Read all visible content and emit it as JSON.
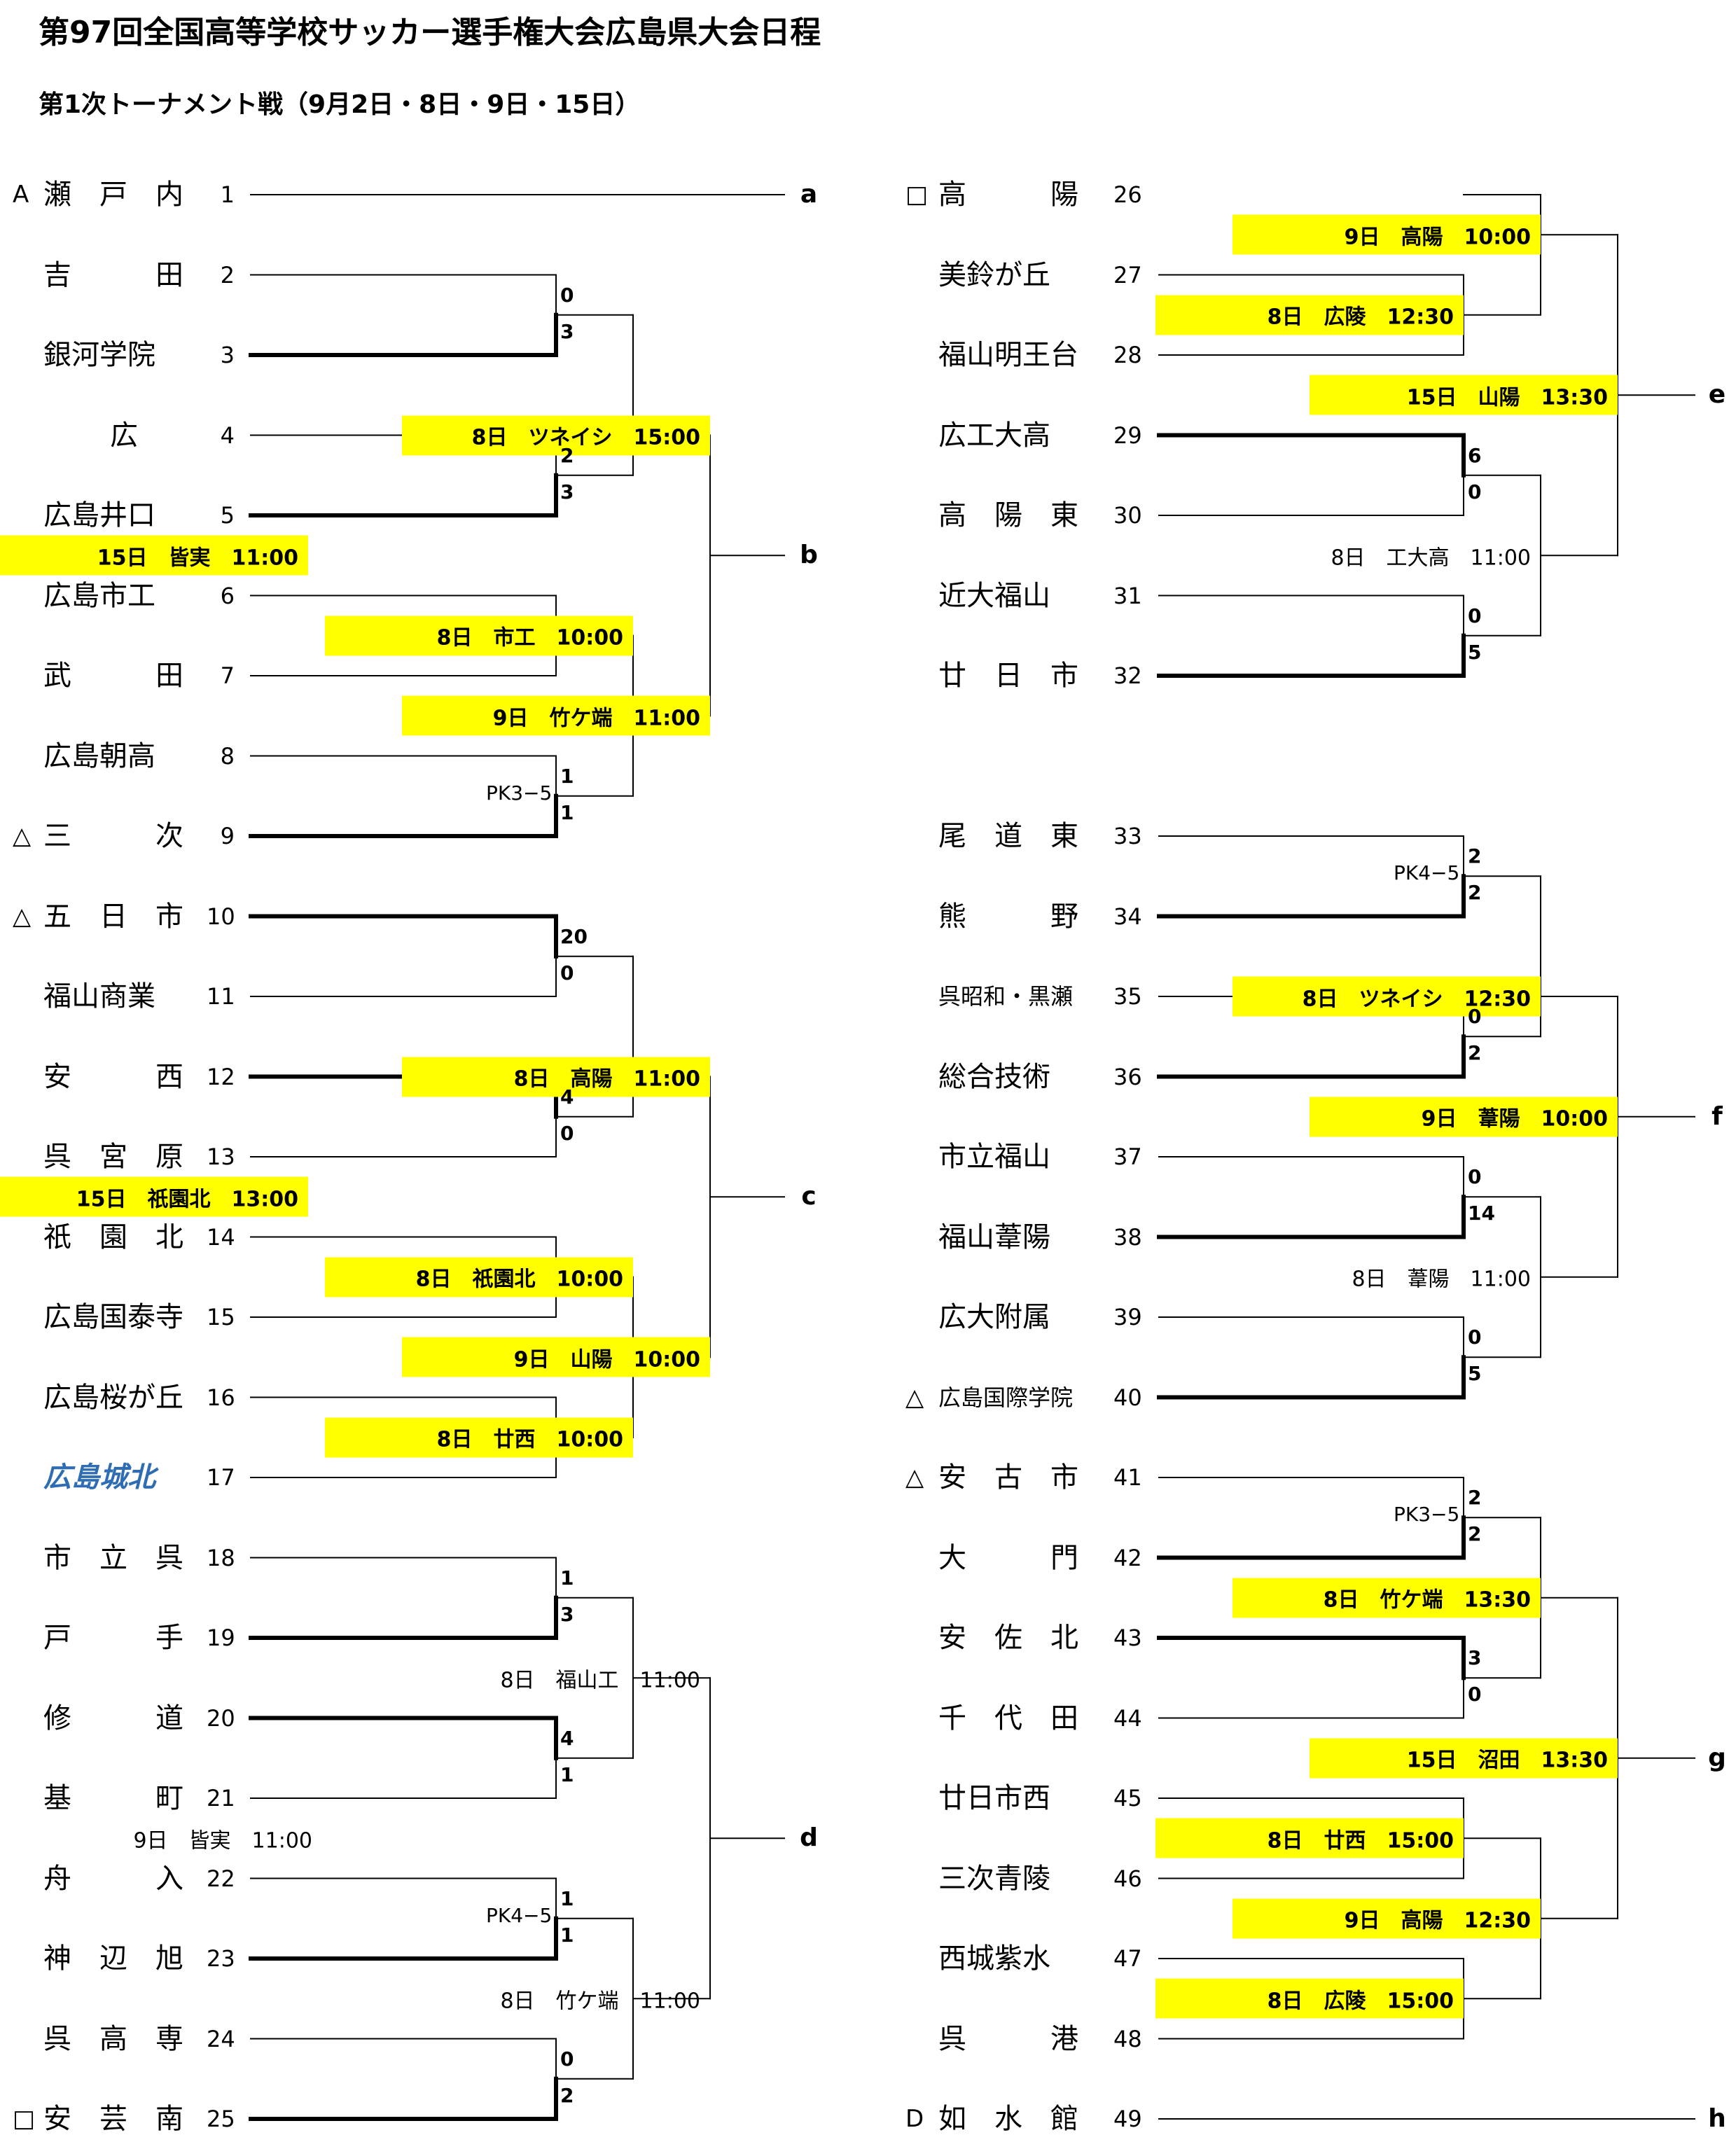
{
  "title": "第97回全国高等学校サッカー選手権大会広島県大会日程",
  "subtitle": "第1次トーナメント戦（9月2日・8日・9日・15日）",
  "teams": [
    {
      "num": "1",
      "name": "瀬　戸　内",
      "seed": "A",
      "side": "L",
      "row": 1,
      "win": false
    },
    {
      "num": "2",
      "name": "吉　　　田",
      "seed": "",
      "side": "L",
      "row": 2,
      "win": false
    },
    {
      "num": "3",
      "name": "銀河学院",
      "seed": "",
      "side": "L",
      "row": 3,
      "win": true
    },
    {
      "num": "4",
      "name": "広",
      "seed": "",
      "side": "L",
      "row": 4,
      "win": false,
      "center": true
    },
    {
      "num": "5",
      "name": "広島井口",
      "seed": "",
      "side": "L",
      "row": 5,
      "win": true
    },
    {
      "num": "6",
      "name": "広島市工",
      "seed": "",
      "side": "L",
      "row": 6,
      "win": false
    },
    {
      "num": "7",
      "name": "武　　　田",
      "seed": "",
      "side": "L",
      "row": 7,
      "win": false
    },
    {
      "num": "8",
      "name": "広島朝高",
      "seed": "",
      "side": "L",
      "row": 8,
      "win": false
    },
    {
      "num": "9",
      "name": "三　　　次",
      "seed": "△",
      "side": "L",
      "row": 9,
      "win": true
    },
    {
      "num": "10",
      "name": "五　日　市",
      "seed": "△",
      "side": "L",
      "row": 10,
      "win": true
    },
    {
      "num": "11",
      "name": "福山商業",
      "seed": "",
      "side": "L",
      "row": 11,
      "win": false
    },
    {
      "num": "12",
      "name": "安　　　西",
      "seed": "",
      "side": "L",
      "row": 12,
      "win": true
    },
    {
      "num": "13",
      "name": "呉　宮　原",
      "seed": "",
      "side": "L",
      "row": 13,
      "win": false
    },
    {
      "num": "14",
      "name": "祇　園　北",
      "seed": "",
      "side": "L",
      "row": 14,
      "win": false
    },
    {
      "num": "15",
      "name": "広島国泰寺",
      "seed": "",
      "side": "L",
      "row": 15,
      "win": false
    },
    {
      "num": "16",
      "name": "広島桜が丘",
      "seed": "",
      "side": "L",
      "row": 16,
      "win": false
    },
    {
      "num": "17",
      "name": "広島城北",
      "seed": "",
      "side": "L",
      "row": 17,
      "win": false,
      "fancy": true
    },
    {
      "num": "18",
      "name": "市　立　呉",
      "seed": "",
      "side": "L",
      "row": 18,
      "win": false
    },
    {
      "num": "19",
      "name": "戸　　　手",
      "seed": "",
      "side": "L",
      "row": 19,
      "win": true
    },
    {
      "num": "20",
      "name": "修　　　道",
      "seed": "",
      "side": "L",
      "row": 20,
      "win": true
    },
    {
      "num": "21",
      "name": "基　　　町",
      "seed": "",
      "side": "L",
      "row": 21,
      "win": false
    },
    {
      "num": "22",
      "name": "舟　　　入",
      "seed": "",
      "side": "L",
      "row": 22,
      "win": false
    },
    {
      "num": "23",
      "name": "神　辺　旭",
      "seed": "",
      "side": "L",
      "row": 23,
      "win": true
    },
    {
      "num": "24",
      "name": "呉　高　専",
      "seed": "",
      "side": "L",
      "row": 24,
      "win": false
    },
    {
      "num": "25",
      "name": "安　芸　南",
      "seed": "□",
      "side": "L",
      "row": 25,
      "win": true
    },
    {
      "num": "26",
      "name": "高　　　陽",
      "seed": "□",
      "side": "R",
      "row": 1,
      "win": false
    },
    {
      "num": "27",
      "name": "美鈴が丘",
      "seed": "",
      "side": "R",
      "row": 2,
      "win": false
    },
    {
      "num": "28",
      "name": "福山明王台",
      "seed": "",
      "side": "R",
      "row": 3,
      "win": false
    },
    {
      "num": "29",
      "name": "広工大高",
      "seed": "",
      "side": "R",
      "row": 4,
      "win": true
    },
    {
      "num": "30",
      "name": "高　陽　東",
      "seed": "",
      "side": "R",
      "row": 5,
      "win": false
    },
    {
      "num": "31",
      "name": "近大福山",
      "seed": "",
      "side": "R",
      "row": 6,
      "win": false
    },
    {
      "num": "32",
      "name": "廿　日　市",
      "seed": "",
      "side": "R",
      "row": 7,
      "win": true
    },
    {
      "num": "33",
      "name": "尾　道　東",
      "seed": "",
      "side": "R",
      "row": 9,
      "win": false
    },
    {
      "num": "34",
      "name": "熊　　　野",
      "seed": "",
      "side": "R",
      "row": 10,
      "win": true
    },
    {
      "num": "35",
      "name": "呉昭和・黒瀬",
      "seed": "",
      "side": "R",
      "row": 11,
      "win": false,
      "small": true
    },
    {
      "num": "36",
      "name": "総合技術",
      "seed": "",
      "side": "R",
      "row": 12,
      "win": true
    },
    {
      "num": "37",
      "name": "市立福山",
      "seed": "",
      "side": "R",
      "row": 13,
      "win": false
    },
    {
      "num": "38",
      "name": "福山葦陽",
      "seed": "",
      "side": "R",
      "row": 14,
      "win": true
    },
    {
      "num": "39",
      "name": "広大附属",
      "seed": "",
      "side": "R",
      "row": 15,
      "win": false
    },
    {
      "num": "40",
      "name": "広島国際学院",
      "seed": "△",
      "side": "R",
      "row": 16,
      "win": true,
      "small": true
    },
    {
      "num": "41",
      "name": "安　古　市",
      "seed": "△",
      "side": "R",
      "row": 17,
      "win": false
    },
    {
      "num": "42",
      "name": "大　　　門",
      "seed": "",
      "side": "R",
      "row": 18,
      "win": true
    },
    {
      "num": "43",
      "name": "安　佐　北",
      "seed": "",
      "side": "R",
      "row": 19,
      "win": true
    },
    {
      "num": "44",
      "name": "千　代　田",
      "seed": "",
      "side": "R",
      "row": 20,
      "win": false
    },
    {
      "num": "45",
      "name": "廿日市西",
      "seed": "",
      "side": "R",
      "row": 21,
      "win": false
    },
    {
      "num": "46",
      "name": "三次青陵",
      "seed": "",
      "side": "R",
      "row": 22,
      "win": false
    },
    {
      "num": "47",
      "name": "西城紫水",
      "seed": "",
      "side": "R",
      "row": 23,
      "win": false
    },
    {
      "num": "48",
      "name": "呉　　　港",
      "seed": "",
      "side": "R",
      "row": 24,
      "win": false
    },
    {
      "num": "49",
      "name": "如　水　館",
      "seed": "D",
      "side": "R",
      "row": 25,
      "win": false
    }
  ],
  "schedules": [
    {
      "text": "8日　ツネイシ　15:00",
      "side": "L",
      "col": 2,
      "row": 4,
      "hl": true
    },
    {
      "text": "15日　皆実　11:00",
      "side": "L",
      "col": 3,
      "row": 5.5,
      "hl": true
    },
    {
      "text": "8日　市工　10:00",
      "side": "L",
      "col": 1,
      "row": 6.5,
      "hl": true
    },
    {
      "text": "9日　竹ケ端　11:00",
      "side": "L",
      "col": 2,
      "row": 7.5,
      "hl": true
    },
    {
      "text": "8日　高陽　11:00",
      "side": "L",
      "col": 2,
      "row": 12,
      "hl": true
    },
    {
      "text": "15日　祇園北　13:00",
      "side": "L",
      "col": 3,
      "row": 13.5,
      "hl": true
    },
    {
      "text": "8日　祇園北　10:00",
      "side": "L",
      "col": 1,
      "row": 14.5,
      "hl": true
    },
    {
      "text": "9日　山陽　10:00",
      "side": "L",
      "col": 2,
      "row": 15.5,
      "hl": true
    },
    {
      "text": "8日　廿西　10:00",
      "side": "L",
      "col": 1,
      "row": 16.5,
      "hl": true
    },
    {
      "text": "8日　福山工　11:00",
      "side": "L",
      "col": 2,
      "row": 19.5,
      "hl": false
    },
    {
      "text": "9日　皆実　11:00",
      "side": "L",
      "col": 3,
      "row": 21.5,
      "hl": false
    },
    {
      "text": "8日　竹ケ端　11:00",
      "side": "L",
      "col": 2,
      "row": 23.5,
      "hl": false
    },
    {
      "text": "9日　高陽　10:00",
      "side": "R",
      "col": 1,
      "row": 1.5,
      "hl": true
    },
    {
      "text": "8日　広陵　12:30",
      "side": "R",
      "col": 0,
      "row": 2.5,
      "hl": true
    },
    {
      "text": "15日　山陽　13:30",
      "side": "R",
      "col": 2,
      "row": 3.5,
      "hl": true
    },
    {
      "text": "8日　工大高　11:00",
      "side": "R",
      "col": 1,
      "row": 5.5,
      "hl": false
    },
    {
      "text": "8日　ツネイシ　12:30",
      "side": "R",
      "col": 1,
      "row": 11,
      "hl": true
    },
    {
      "text": "9日　葦陽　10:00",
      "side": "R",
      "col": 2,
      "row": 12.5,
      "hl": true
    },
    {
      "text": "8日　葦陽　11:00",
      "side": "R",
      "col": 1,
      "row": 14.5,
      "hl": false
    },
    {
      "text": "8日　竹ケ端　13:30",
      "side": "R",
      "col": 1,
      "row": 18.5,
      "hl": true
    },
    {
      "text": "15日　沼田　13:30",
      "side": "R",
      "col": 2,
      "row": 20.5,
      "hl": true
    },
    {
      "text": "8日　廿西　15:00",
      "side": "R",
      "col": 0,
      "row": 21.5,
      "hl": true
    },
    {
      "text": "9日　高陽　12:30",
      "side": "R",
      "col": 1,
      "row": 22.5,
      "hl": true
    },
    {
      "text": "8日　広陵　15:00",
      "side": "R",
      "col": 0,
      "row": 23.5,
      "hl": true
    }
  ],
  "scores": [
    {
      "text": "0",
      "side": "L",
      "row": 2.5,
      "pos": "above"
    },
    {
      "text": "3",
      "side": "L",
      "row": 2.5,
      "pos": "below"
    },
    {
      "text": "2",
      "side": "L",
      "row": 4.5,
      "pos": "above"
    },
    {
      "text": "3",
      "side": "L",
      "row": 4.5,
      "pos": "below"
    },
    {
      "text": "1",
      "side": "L",
      "row": 8.5,
      "pos": "above"
    },
    {
      "text": "1",
      "side": "L",
      "row": 8.5,
      "pos": "below"
    },
    {
      "text": "20",
      "side": "L",
      "row": 10.5,
      "pos": "above"
    },
    {
      "text": "0",
      "side": "L",
      "row": 10.5,
      "pos": "below"
    },
    {
      "text": "4",
      "side": "L",
      "row": 12.5,
      "pos": "above"
    },
    {
      "text": "0",
      "side": "L",
      "row": 12.5,
      "pos": "below"
    },
    {
      "text": "1",
      "side": "L",
      "row": 18.5,
      "pos": "above"
    },
    {
      "text": "3",
      "side": "L",
      "row": 18.5,
      "pos": "below"
    },
    {
      "text": "4",
      "side": "L",
      "row": 20.5,
      "pos": "above"
    },
    {
      "text": "1",
      "side": "L",
      "row": 20.5,
      "pos": "below"
    },
    {
      "text": "1",
      "side": "L",
      "row": 22.5,
      "pos": "above"
    },
    {
      "text": "1",
      "side": "L",
      "row": 22.5,
      "pos": "below"
    },
    {
      "text": "0",
      "side": "L",
      "row": 24.5,
      "pos": "above"
    },
    {
      "text": "2",
      "side": "L",
      "row": 24.5,
      "pos": "below"
    },
    {
      "text": "6",
      "side": "R",
      "row": 4.5,
      "pos": "above"
    },
    {
      "text": "0",
      "side": "R",
      "row": 4.5,
      "pos": "below"
    },
    {
      "text": "0",
      "side": "R",
      "row": 6.5,
      "pos": "above"
    },
    {
      "text": "5",
      "side": "R",
      "row": 6.5,
      "pos": "below"
    },
    {
      "text": "2",
      "side": "R",
      "row": 9.5,
      "pos": "above"
    },
    {
      "text": "2",
      "side": "R",
      "row": 9.5,
      "pos": "below"
    },
    {
      "text": "0",
      "side": "R",
      "row": 11.5,
      "pos": "above"
    },
    {
      "text": "2",
      "side": "R",
      "row": 11.5,
      "pos": "below"
    },
    {
      "text": "0",
      "side": "R",
      "row": 13.5,
      "pos": "above"
    },
    {
      "text": "14",
      "side": "R",
      "row": 13.5,
      "pos": "below"
    },
    {
      "text": "0",
      "side": "R",
      "row": 15.5,
      "pos": "above"
    },
    {
      "text": "5",
      "side": "R",
      "row": 15.5,
      "pos": "below"
    },
    {
      "text": "2",
      "side": "R",
      "row": 17.5,
      "pos": "above"
    },
    {
      "text": "2",
      "side": "R",
      "row": 17.5,
      "pos": "below"
    },
    {
      "text": "3",
      "side": "R",
      "row": 19.5,
      "pos": "above"
    },
    {
      "text": "0",
      "side": "R",
      "row": 19.5,
      "pos": "below"
    }
  ],
  "pks": [
    {
      "text": "PK3−5",
      "side": "L",
      "row": 8.5
    },
    {
      "text": "PK4−5",
      "side": "L",
      "row": 22.5
    },
    {
      "text": "PK4−5",
      "side": "R",
      "row": 9.5
    },
    {
      "text": "PK3−5",
      "side": "R",
      "row": 17.5
    }
  ],
  "letters": [
    {
      "text": "a",
      "side": "L",
      "row": 1
    },
    {
      "text": "b",
      "side": "L",
      "row": 5.5
    },
    {
      "text": "c",
      "side": "L",
      "row": 13.5
    },
    {
      "text": "d",
      "side": "L",
      "row": 21.5
    },
    {
      "text": "e",
      "side": "R",
      "row": 3.5
    },
    {
      "text": "f",
      "side": "R",
      "row": 12.5
    },
    {
      "text": "g",
      "side": "R",
      "row": 20.5
    },
    {
      "text": "h",
      "side": "R",
      "row": 25
    }
  ],
  "colors": {
    "highlight": "#ffff00",
    "fancy_name": "#2e6db4",
    "line": "#000000"
  }
}
